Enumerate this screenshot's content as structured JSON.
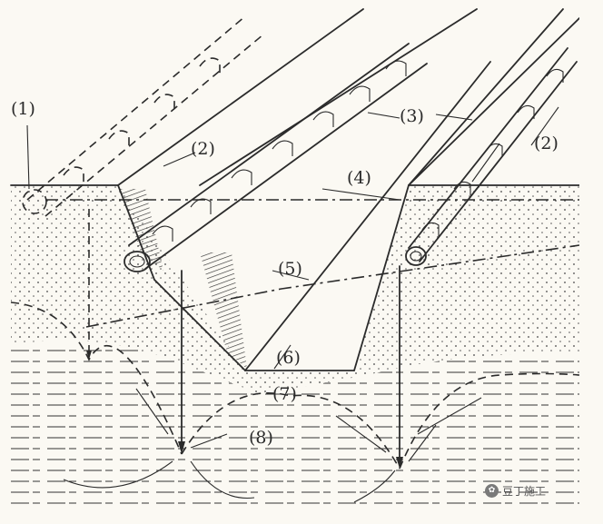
{
  "labels": {
    "l1": "(1)",
    "l2a": "(2)",
    "l2b": "(2)",
    "l3": "(3)",
    "l4": "(4)",
    "l5": "(5)",
    "l6": "(6)",
    "l7": "(7)",
    "l8": "(8)"
  },
  "watermark": {
    "text": "豆丁施工",
    "icon": "wechat-icon"
  }
}
